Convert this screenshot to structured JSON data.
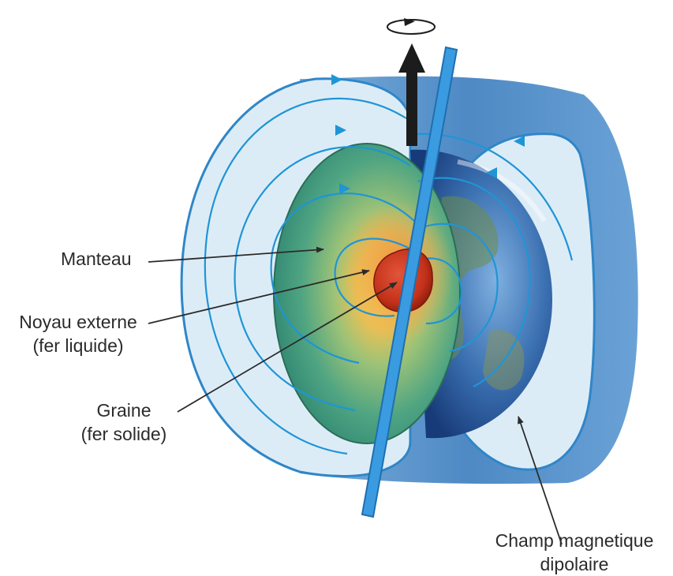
{
  "labels": {
    "manteau": "Manteau",
    "noyau_line1": "Noyau externe",
    "noyau_line2": "(fer liquide)",
    "graine_line1": "Graine",
    "graine_line2": "(fer solide)",
    "champ_line1": "Champ magnetique",
    "champ_line2": "dipolaire"
  },
  "colors": {
    "field_shell_dark": "#4f90c9",
    "field_shell_light": "#dcecf7",
    "field_line": "#1f95d6",
    "axis": "#3b9be0",
    "rotation_arrow": "#1c1c1c",
    "mantle": "#3f9a78",
    "outer_core": "#e8b84a",
    "inner_core": "#c4311a",
    "label_text": "#2b2b2b"
  },
  "icons": {
    "rotation": "rotation-arrow-icon"
  }
}
